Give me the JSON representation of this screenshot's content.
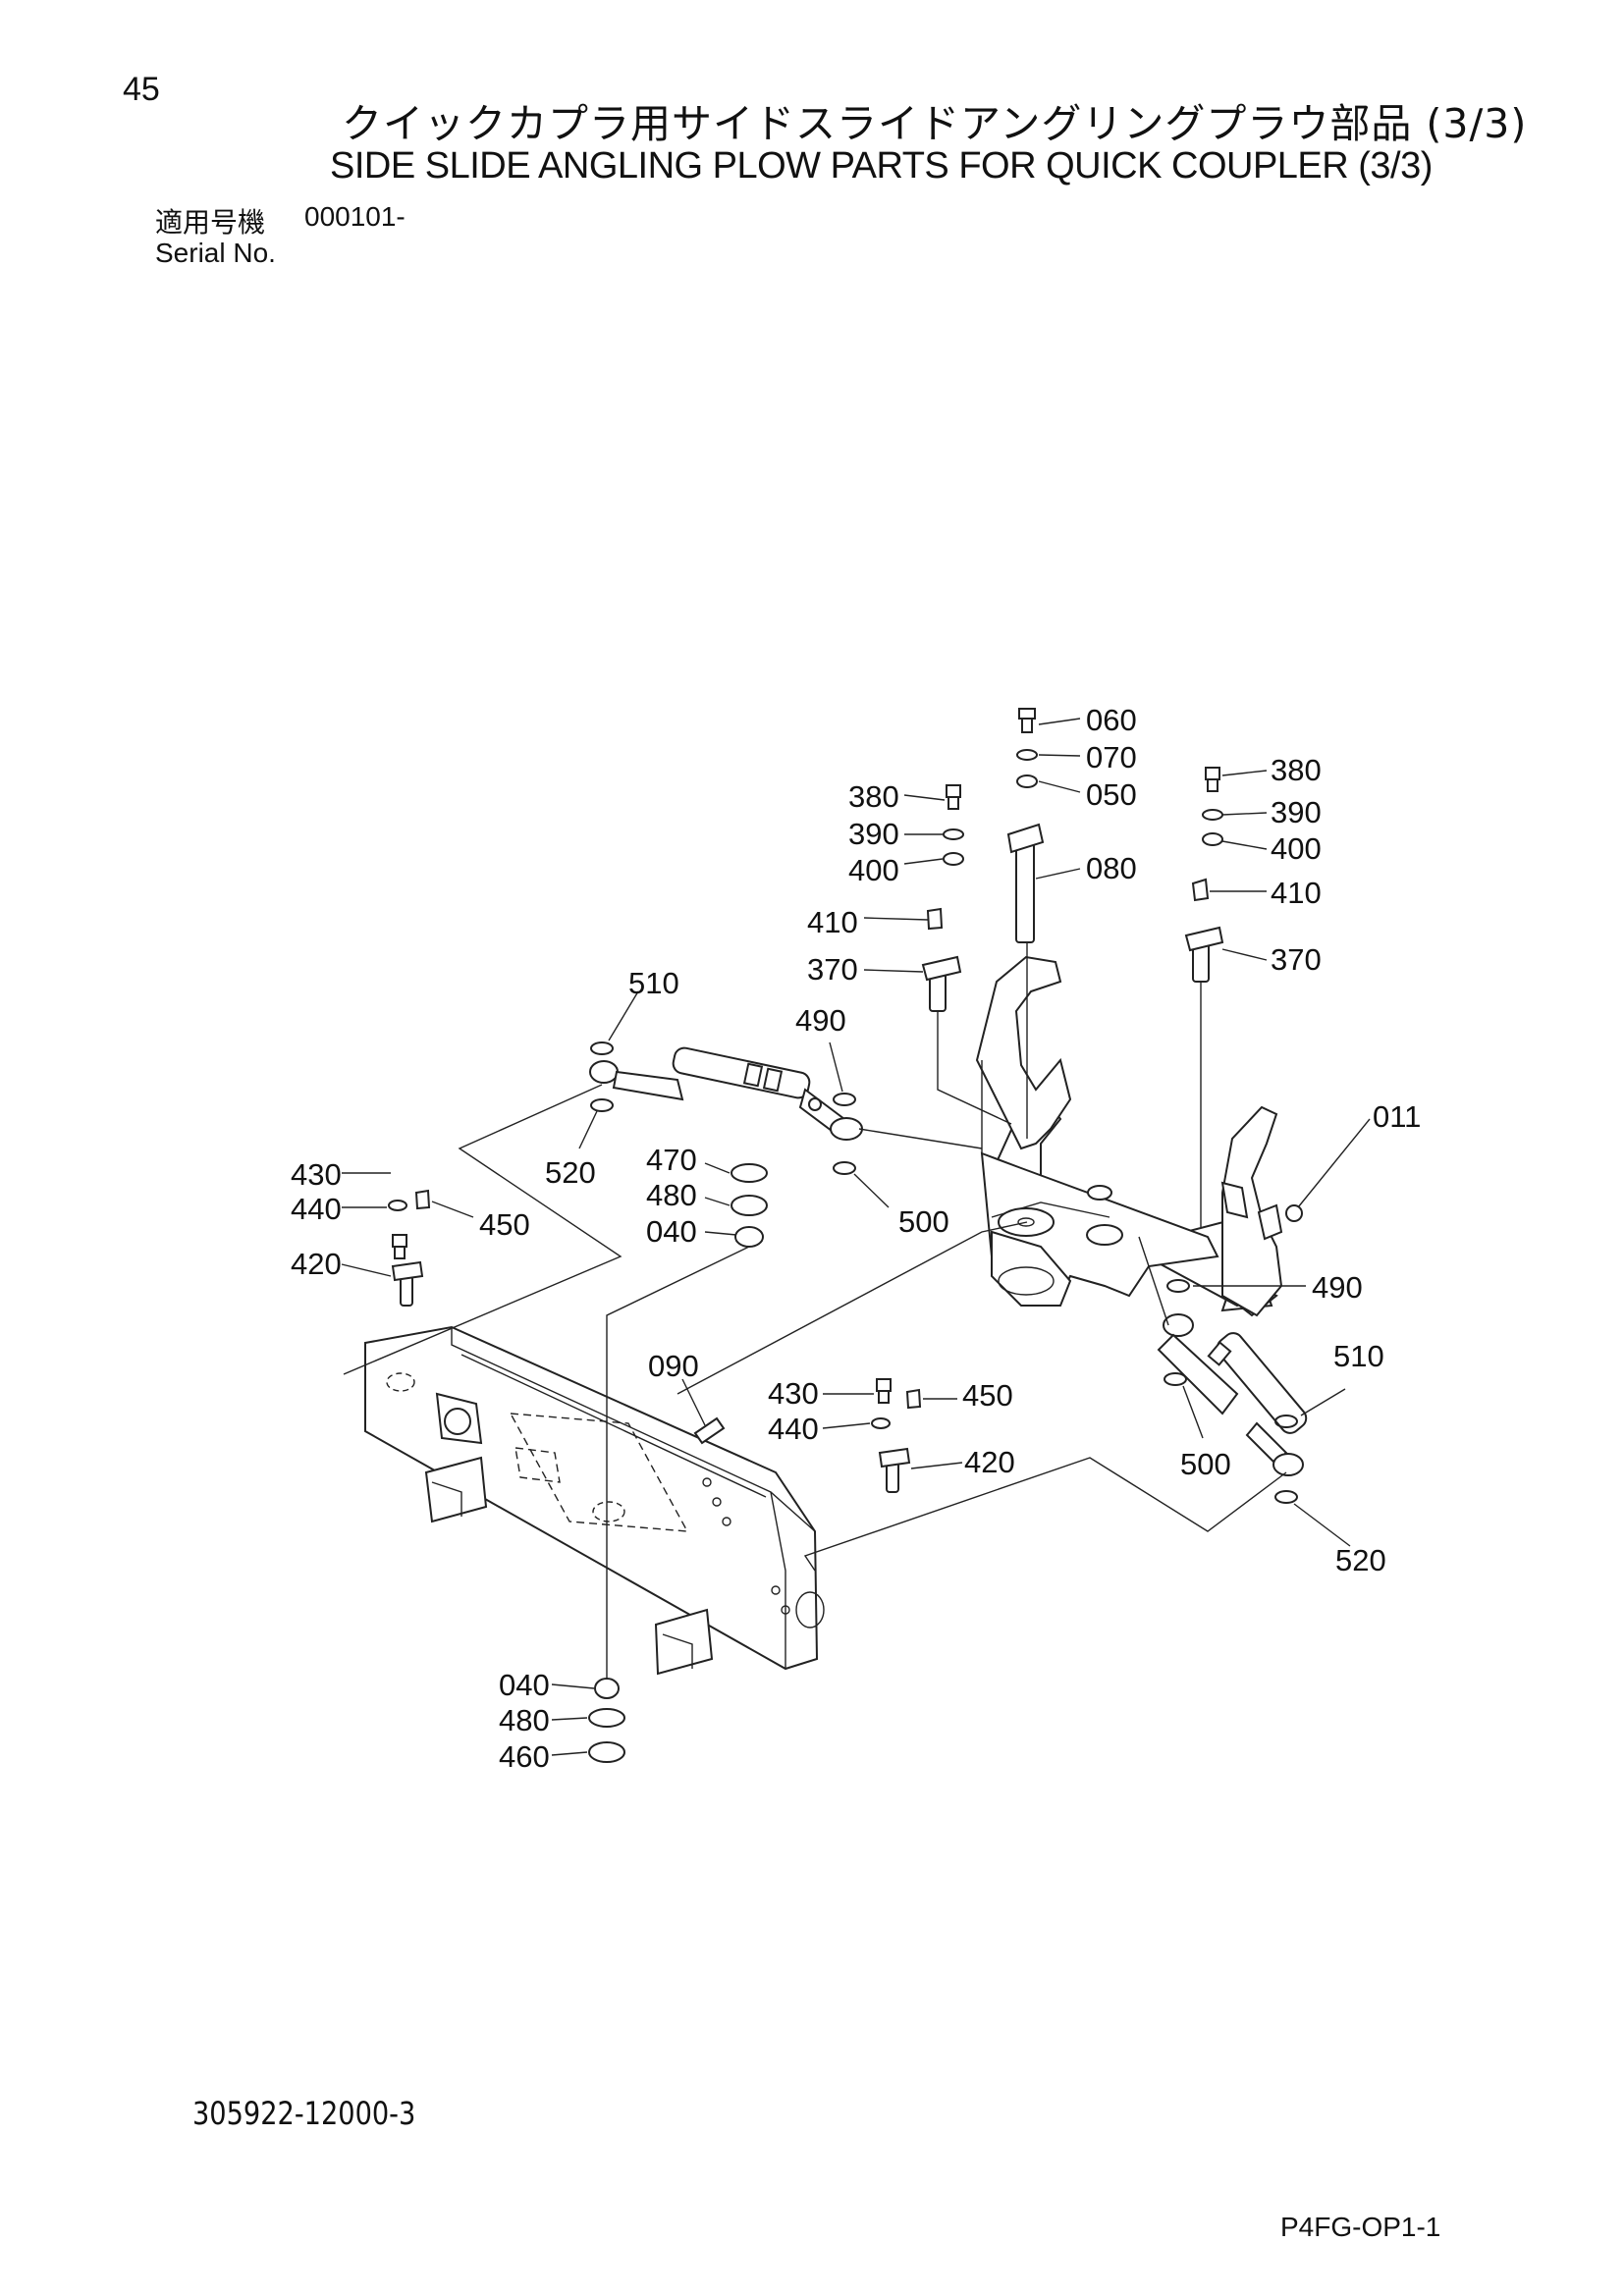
{
  "header": {
    "page_number": "45",
    "title_ja": "クイックカプラ用サイドスライドアングリングプラウ部品 (3/3)",
    "title_en": "SIDE SLIDE ANGLING PLOW PARTS FOR QUICK COUPLER (3/3)",
    "serial_label_ja": "適用号機",
    "serial_value": "000101-",
    "serial_label_en": "Serial No."
  },
  "footer": {
    "drawing_number": "305922-12000-3",
    "figure_code": "P4FG-OP1-1"
  },
  "callouts": {
    "c060": "060",
    "c070": "070",
    "c050": "050",
    "c080": "080",
    "c380a": "380",
    "c390a": "390",
    "c400a": "400",
    "c410a": "410",
    "c370a": "370",
    "c380b": "380",
    "c390b": "390",
    "c400b": "400",
    "c410b": "410",
    "c370b": "370",
    "c510a": "510",
    "c490a": "490",
    "c520a": "520",
    "c011": "011",
    "c430a": "430",
    "c440a": "440",
    "c450a": "450",
    "c420a": "420",
    "c470": "470",
    "c480a": "480",
    "c040a": "040",
    "c500a": "500",
    "c490b": "490",
    "c090": "090",
    "c430b": "430",
    "c440b": "440",
    "c450b": "450",
    "c420b": "420",
    "c510b": "510",
    "c500b": "500",
    "c520b": "520",
    "c040b": "040",
    "c480b": "480",
    "c460": "460"
  }
}
